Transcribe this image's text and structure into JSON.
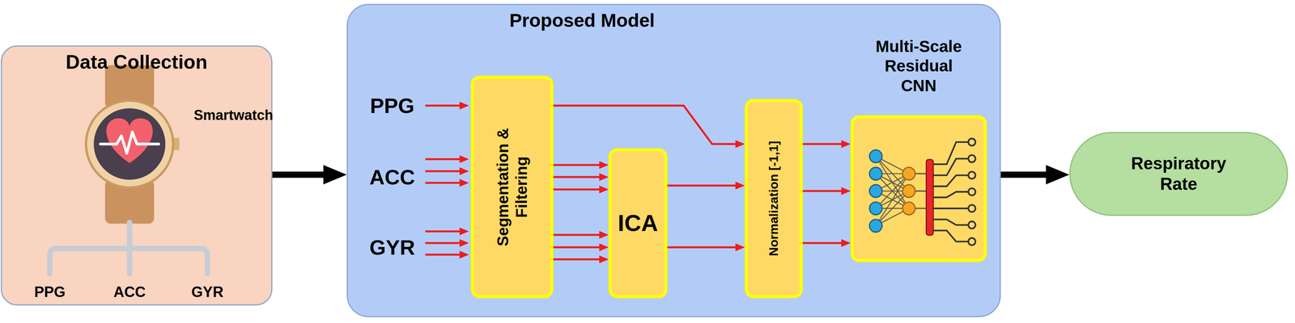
{
  "diagram": {
    "nodes": [
      {
        "text": [
          "Data Collection"
        ]
      },
      {
        "text": [
          "Proposed Model"
        ]
      },
      {
        "text": [
          "Segmentation & Filtering"
        ],
        "in": 1
      },
      {
        "text": [
          "ICA"
        ],
        "in": 1
      },
      {
        "text": [
          "Normalization [-1,1]"
        ],
        "in": 1
      },
      {
        "text": [
          "Multi-Scale Residual CNN"
        ],
        "in": 1
      },
      {
        "text": [
          "Respiratory Rate"
        ]
      }
    ],
    "edges": [
      {
        "from": 0,
        "to": 1,
        "arrow": "to"
      },
      {
        "from": 2,
        "to": 3,
        "arrow": "to"
      },
      {
        "from": 2,
        "to": 3,
        "arrow": "to"
      },
      {
        "from": 2,
        "to": 3,
        "arrow": "to"
      },
      {
        "from": 2,
        "to": 3,
        "arrow": "to"
      },
      {
        "from": 2,
        "to": 3,
        "arrow": "to"
      },
      {
        "from": 2,
        "to": 3,
        "arrow": "to"
      },
      {
        "from": 2,
        "to": 4,
        "arrow": "to"
      },
      {
        "from": 3,
        "to": 4,
        "arrow": "to"
      },
      {
        "from": 3,
        "to": 4,
        "arrow": "to"
      },
      {
        "from": 4,
        "to": 5,
        "arrow": "to"
      },
      {
        "from": 4,
        "to": 5,
        "arrow": "to"
      },
      {
        "from": 4,
        "to": 5,
        "arrow": "to"
      },
      {
        "from": 1,
        "to": 6,
        "arrow": "to"
      }
    ],
    "labels": [
      "Smartwatch",
      "PPG",
      "ACC",
      "GYR",
      "PPG",
      "ACC",
      "GYR"
    ]
  }
}
